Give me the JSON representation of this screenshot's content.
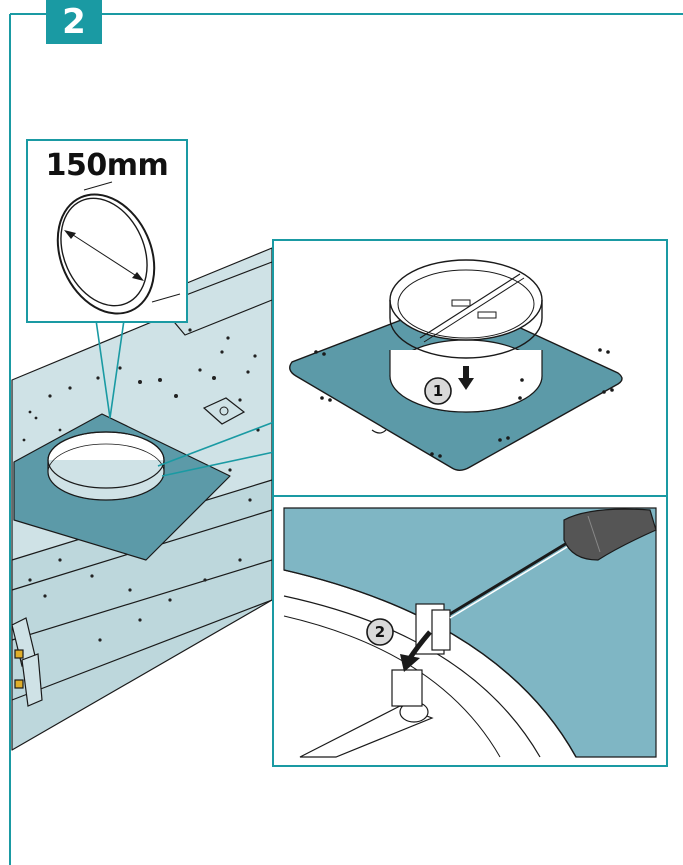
{
  "step": {
    "number": "2"
  },
  "callout": {
    "diameter_label": "150mm"
  },
  "detail_top": {
    "step_marker": "1"
  },
  "detail_bottom": {
    "step_marker": "2"
  },
  "colors": {
    "teal_frame": "#1a9aa3",
    "plate_fill": "#5c9aa8",
    "housing_fill": "#cfe2e6",
    "detail_plate": "#7fb6c4",
    "marker_fill": "#d9d9d9"
  }
}
